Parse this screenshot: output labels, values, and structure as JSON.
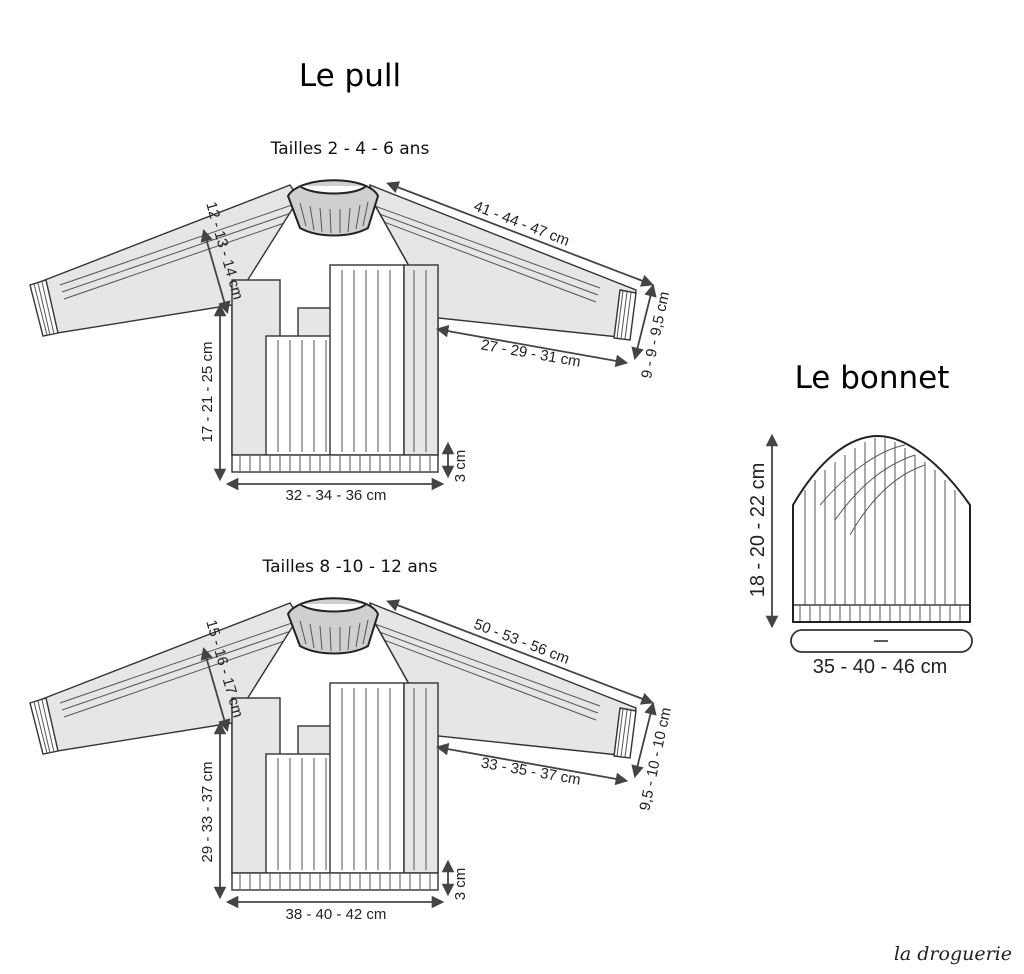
{
  "pull": {
    "title": "Le pull",
    "sizes": [
      {
        "label": "Tailles 2 - 4 - 6 ans",
        "armhole": "12 - 13 - 14 cm",
        "raglan": "41 - 44 - 47 cm",
        "cuff": "9 - 9 - 9,5 cm",
        "sleeve": "27 - 29 - 31 cm",
        "length": "17 - 21 - 25 cm",
        "width": "32 - 34 - 36 cm",
        "rib": "3 cm"
      },
      {
        "label": "Tailles 8 -10 - 12 ans",
        "armhole": "15 - 16 - 17 cm",
        "raglan": "50 - 53 - 56 cm",
        "cuff": "9,5 - 10 - 10 cm",
        "sleeve": "33 - 35 - 37 cm",
        "length": "29 - 33 - 37 cm",
        "width": "38 - 40 - 42 cm",
        "rib": "3 cm"
      }
    ]
  },
  "bonnet": {
    "title": "Le bonnet",
    "height": "18 - 20 - 22 cm",
    "circumference": "35 - 40 - 46 cm"
  },
  "brand": {
    "logo": "la droguerie"
  }
}
